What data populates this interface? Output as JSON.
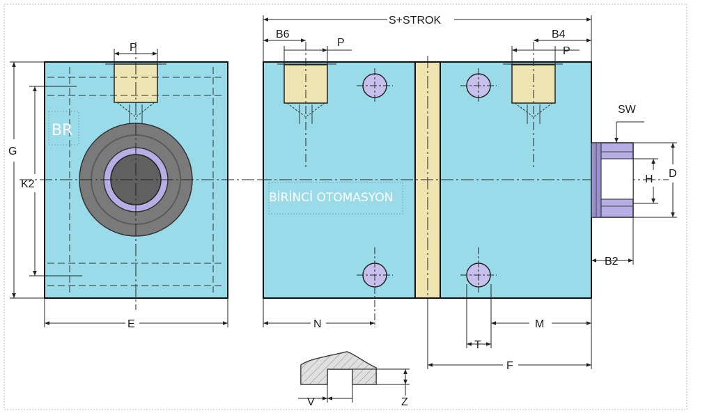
{
  "watermark": {
    "brand_mark": "BR",
    "company": "BİRİNCİ OTOMASYON"
  },
  "dimensions": {
    "p_front": "P",
    "g": "G",
    "k2": "K2",
    "e": "E",
    "s_strok": "S+STROK",
    "b6": "B6",
    "p_left": "P",
    "b4": "B4",
    "p_right": "P",
    "sw": "SW",
    "h": "H",
    "d": "D",
    "b2": "B2",
    "n": "N",
    "m": "M",
    "t": "T",
    "f": "F",
    "v": "V",
    "z": "Z"
  },
  "colors": {
    "body": "#99dbe9",
    "seal_strip": "#f0e5b0",
    "port_fill": "#eee4b2",
    "bolt_hole": "#c8c0ec",
    "gland_ring": "#7a7a7a",
    "piston_rod": "#606060",
    "rod_end": "#b8aee6",
    "outline": "#111111"
  }
}
